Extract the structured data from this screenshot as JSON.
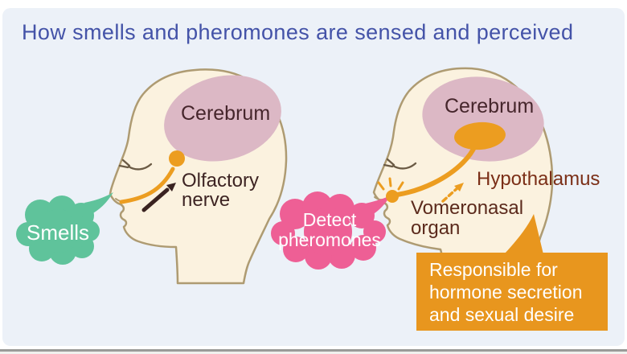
{
  "title": "How smells and pheromones are sensed and perceived",
  "left_head": {
    "brain_label": "Cerebrum",
    "nerve_label_line1": "Olfactory",
    "nerve_label_line2": "nerve",
    "bubble_label": "Smells"
  },
  "right_head": {
    "brain_label": "Cerebrum",
    "hypothalamus_label": "Hypothalamus",
    "organ_label_line1": "Vomeronasal",
    "organ_label_line2": "organ",
    "bubble_line1": "Detect",
    "bubble_line2": "pheromones",
    "callout_line1": "Responsible for",
    "callout_line2": "hormone secretion",
    "callout_line3": "and sexual desire"
  },
  "colors": {
    "panel-bg": "#ECF1F8",
    "rule-grey": "#9B9B99",
    "title-blue": "#4453A8",
    "skin": "#FBF2DF",
    "outline-tan": "#AE9B72",
    "brain-pink": "#DCB8C5",
    "orange": "#EC9D20",
    "callout-orange": "#E8961E",
    "green": "#5FC39B",
    "pink": "#EE5F95",
    "eye-brown": "#6B5B45",
    "label-dark": "#3D2423",
    "cerebrum-dark": "#46262C",
    "hypothalamus-brown": "#7B2F17",
    "organ-brown": "#5B2A1C",
    "arrow-dark": "#3A2321"
  }
}
